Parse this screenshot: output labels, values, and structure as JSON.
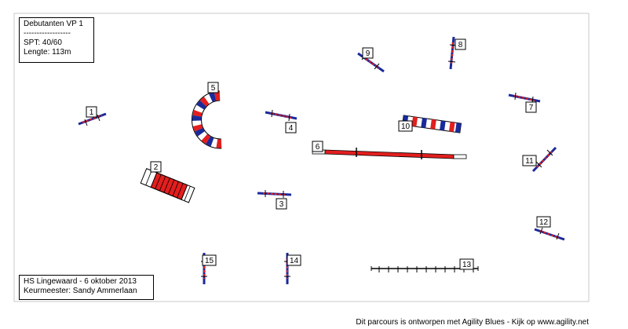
{
  "info": {
    "title": "Debutanten VP 1",
    "separator": "------------------",
    "spt": "SPT:  40/60",
    "length": "Lengte: 113m",
    "event": "HS Lingewaard - 6 oktober 2013",
    "judge": "Keurmeester: Sandy Ammerlaan"
  },
  "footer": "Dit parcours is ontworpen met Agility Blues - Kijk op www.agility.net",
  "obstacles": [
    {
      "number": "1",
      "type": "hurdle"
    },
    {
      "number": "2",
      "type": "tire-table"
    },
    {
      "number": "3",
      "type": "hurdle"
    },
    {
      "number": "4",
      "type": "hurdle"
    },
    {
      "number": "5",
      "type": "tunnel-curved"
    },
    {
      "number": "6",
      "type": "dogwalk"
    },
    {
      "number": "7",
      "type": "hurdle"
    },
    {
      "number": "8",
      "type": "hurdle"
    },
    {
      "number": "9",
      "type": "hurdle"
    },
    {
      "number": "10",
      "type": "tunnel-straight"
    },
    {
      "number": "11",
      "type": "hurdle"
    },
    {
      "number": "12",
      "type": "hurdle"
    },
    {
      "number": "13",
      "type": "weave-poles"
    },
    {
      "number": "14",
      "type": "hurdle"
    },
    {
      "number": "15",
      "type": "hurdle"
    }
  ],
  "colors": {
    "blue": "#1a2a9a",
    "red": "#e31e1e",
    "frame": "#c8c8c8"
  }
}
